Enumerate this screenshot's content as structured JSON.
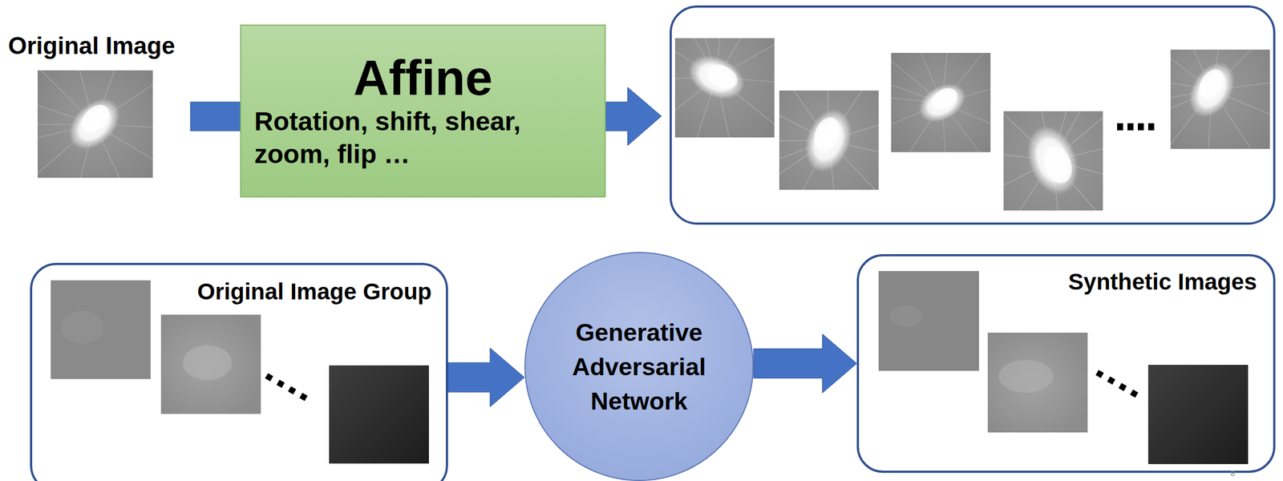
{
  "diagram": {
    "nodes": [
      {
        "text": [
          "Affine",
          "Rotation, shift, shear, zoom, flip …"
        ]
      },
      {
        "text": [
          "Original Image Group"
        ]
      },
      {
        "text": [
          "Generative Adversarial Network"
        ]
      },
      {
        "text": [
          "Synthetic Images"
        ]
      }
    ],
    "edges": [
      {
        "from": 1,
        "to": 2,
        "arrow": "to"
      },
      {
        "from": 2,
        "to": 3,
        "arrow": "to"
      }
    ],
    "labels": [
      "Original Image",
      "8"
    ]
  }
}
